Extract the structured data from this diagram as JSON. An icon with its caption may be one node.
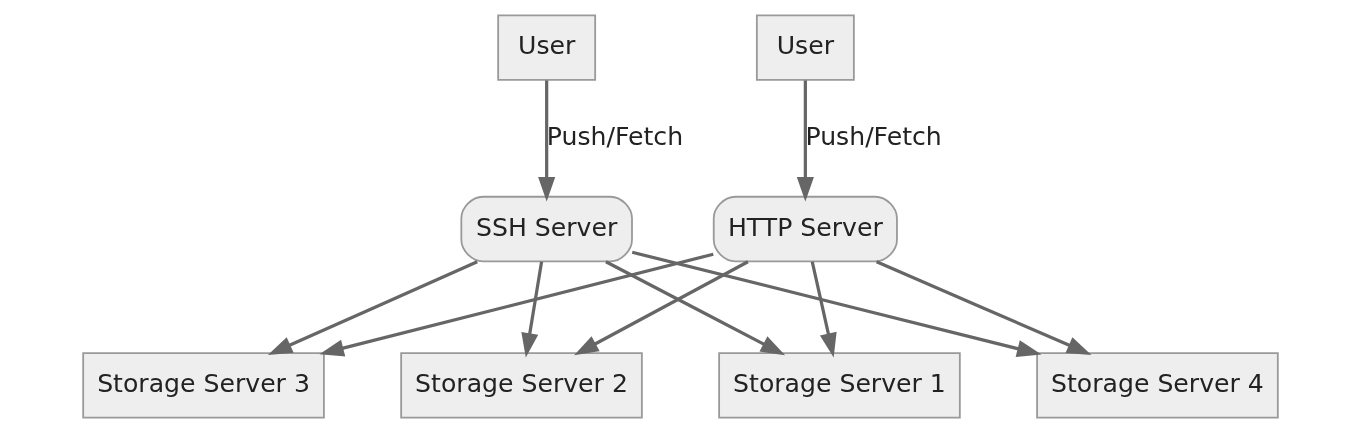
{
  "diagram": {
    "nodes": [
      {
        "text": [
          "User"
        ]
      },
      {
        "text": [
          "User"
        ]
      },
      {
        "text": [
          "SSH Server"
        ]
      },
      {
        "text": [
          "HTTP Server"
        ]
      },
      {
        "text": [
          "Storage Server 1"
        ]
      },
      {
        "text": [
          "Storage Server 2"
        ]
      },
      {
        "text": [
          "Storage Server 3"
        ]
      },
      {
        "text": [
          "Storage Server 4"
        ]
      }
    ],
    "edges": [
      {
        "from": 0,
        "to": 2,
        "arrow": "to",
        "label": "Push/Fetch"
      },
      {
        "from": 1,
        "to": 3,
        "arrow": "to",
        "label": "Push/Fetch"
      },
      {
        "from": 2,
        "to": 4,
        "arrow": "to"
      },
      {
        "from": 2,
        "to": 5,
        "arrow": "to"
      },
      {
        "from": 2,
        "to": 6,
        "arrow": "to"
      },
      {
        "from": 2,
        "to": 7,
        "arrow": "to"
      },
      {
        "from": 3,
        "to": 4,
        "arrow": "to"
      },
      {
        "from": 3,
        "to": 5,
        "arrow": "to"
      },
      {
        "from": 3,
        "to": 6,
        "arrow": "to"
      },
      {
        "from": 3,
        "to": 7,
        "arrow": "to"
      }
    ]
  }
}
